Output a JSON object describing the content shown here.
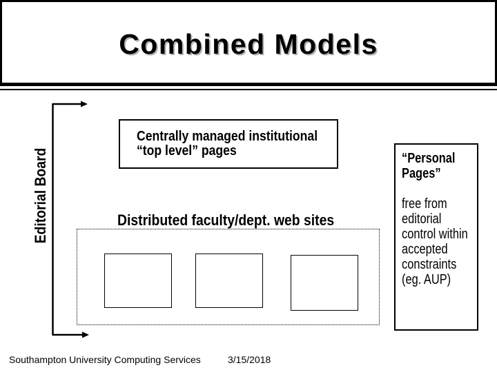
{
  "slide": {
    "title": "Combined Models",
    "editorial_board_label": "Editorial Board",
    "central_box": {
      "line1": "Centrally managed institutional",
      "line2": "“top level” pages"
    },
    "distributed_label": "Distributed faculty/dept. web sites",
    "distributed_site_box_count": 3,
    "personal_box": {
      "title": "“Personal Pages”",
      "body": "free from editorial control within accepted constraints (eg. AUP)"
    },
    "footer": {
      "organization": "Southampton University Computing Services",
      "date": "3/15/2018"
    },
    "colors": {
      "background": "#ffffff",
      "ink": "#000000",
      "title_shadow": "#b0b0b0"
    },
    "icons": {
      "bracket_arrows": "right-pointing arrows at top and bottom of editorial-board bracket"
    }
  }
}
